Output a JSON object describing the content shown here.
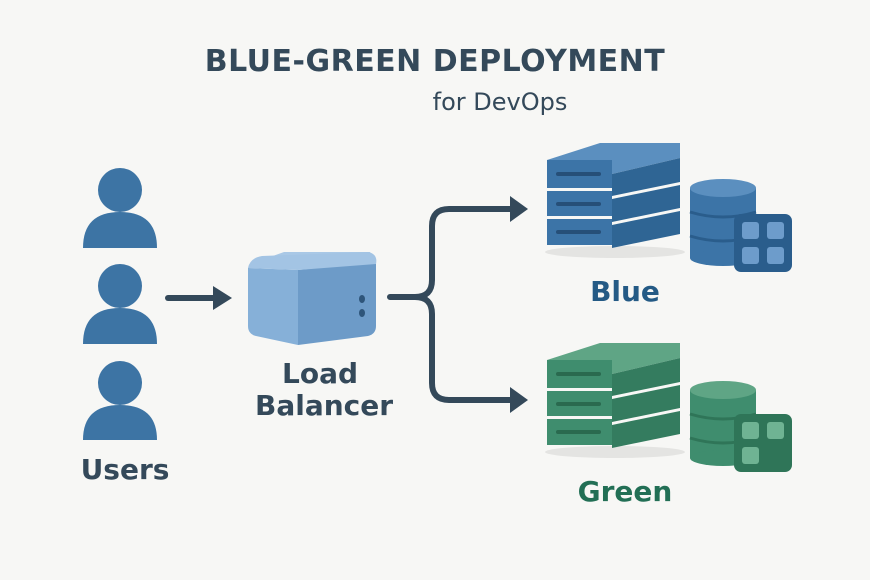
{
  "title": "BLUE-GREEN DEPLOYMENT",
  "subtitle": "for DevOps",
  "nodes": {
    "users": {
      "label": "Users",
      "count": 3,
      "icon": "user-icon"
    },
    "load_balancer": {
      "label": "Load Balancer",
      "icon": "load-balancer-box-icon"
    },
    "blue": {
      "label": "Blue",
      "icon": "server-stack-icon",
      "db_icon": "database-icon",
      "grid_icon": "app-grid-icon",
      "grid_tiles": 4
    },
    "green": {
      "label": "Green",
      "icon": "server-stack-icon",
      "db_icon": "database-icon",
      "grid_icon": "app-grid-icon",
      "grid_tiles": 3
    }
  },
  "edges": [
    {
      "from": "users",
      "to": "load_balancer"
    },
    {
      "from": "load_balancer",
      "to": "blue"
    },
    {
      "from": "load_balancer",
      "to": "green"
    }
  ],
  "colors": {
    "text": "#34495a",
    "arrow": "#34495a",
    "user": "#3d74a4",
    "lb": "#7fabd6",
    "blue": "#3c74a7",
    "blue_dark": "#2a5d8c",
    "blue_label": "#245a85",
    "green": "#3f8d6e",
    "green_dark": "#2f7558",
    "green_label": "#226f55"
  }
}
